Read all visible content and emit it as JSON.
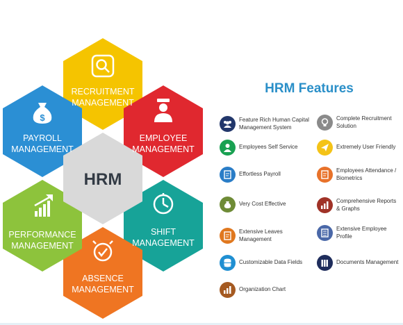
{
  "diagram": {
    "center_label": "HRM",
    "hexagons": [
      {
        "id": "recruitment",
        "lines": [
          "RECRUITMENT",
          "MANAGEMENT"
        ],
        "color": "#f5c400",
        "icon": "magnifier-icon"
      },
      {
        "id": "employee",
        "lines": [
          "EMPLOYEE",
          "MANAGEMENT"
        ],
        "color": "#e0282f",
        "icon": "person-icon"
      },
      {
        "id": "shift",
        "lines": [
          "SHIFT",
          "MANAGEMENT"
        ],
        "color": "#17a398",
        "icon": "clock-icon"
      },
      {
        "id": "absence",
        "lines": [
          "ABSENCE",
          "MANAGEMENT"
        ],
        "color": "#ef7522",
        "icon": "alarm-check-icon"
      },
      {
        "id": "performance",
        "lines": [
          "PERFORMANCE",
          "MANAGEMENT"
        ],
        "color": "#8dc33c",
        "icon": "growth-chart-icon"
      },
      {
        "id": "payroll",
        "lines": [
          "PAYROLL",
          "MANAGEMENT"
        ],
        "color": "#2b8fd4",
        "icon": "money-bag-icon"
      }
    ]
  },
  "features": {
    "title": "HRM Features",
    "items": [
      {
        "label": "Feature Rich Human Capital Management System",
        "color": "#22376b",
        "icon": "team-icon"
      },
      {
        "label": "Complete Recruitment Solution",
        "color": "#8a8a8a",
        "icon": "lightbulb-icon"
      },
      {
        "label": "Employees Self Service",
        "color": "#19a152",
        "icon": "user-icon"
      },
      {
        "label": "Extremely User Friendly",
        "color": "#f4c317",
        "icon": "paper-plane-icon"
      },
      {
        "label": "Effortless Payroll",
        "color": "#2a7dc7",
        "icon": "document-edit-icon"
      },
      {
        "label": "Employees Attendance / Biometrics",
        "color": "#e8722a",
        "icon": "document-edit-icon"
      },
      {
        "label": "Very Cost Effective",
        "color": "#6e8b36",
        "icon": "money-bag-icon"
      },
      {
        "label": "Comprehensive Reports & Graphs",
        "color": "#a03227",
        "icon": "bar-chart-icon"
      },
      {
        "label": "Extensive Leaves Management",
        "color": "#e0781f",
        "icon": "document-edit-icon"
      },
      {
        "label": "Extensive Employee Profile",
        "color": "#4a68a8",
        "icon": "list-icon"
      },
      {
        "label": "Customizable Data Fields",
        "color": "#1f8fd2",
        "icon": "database-icon"
      },
      {
        "label": "Documents Management",
        "color": "#1f2d5c",
        "icon": "books-icon"
      },
      {
        "label": "Organization Chart",
        "color": "#a55a21",
        "icon": "bar-chart-icon"
      }
    ]
  }
}
